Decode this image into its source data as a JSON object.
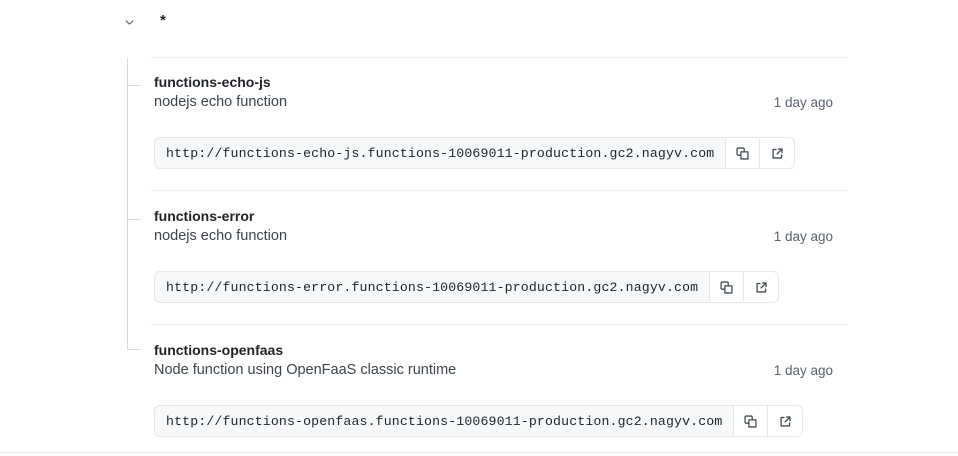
{
  "header": {
    "collapse_icon": "chevron-down-icon",
    "group_label": "*"
  },
  "icons": {
    "copy": "copy-icon",
    "external_link": "external-link-icon"
  },
  "items": [
    {
      "title": "functions-echo-js",
      "description": "nodejs echo function",
      "time": "1 day ago",
      "url": "http://functions-echo-js.functions-10069011-production.gc2.nagyv.com",
      "copy_label": "Copy URL",
      "open_label": "Open URL"
    },
    {
      "title": "functions-error",
      "description": "nodejs echo function",
      "time": "1 day ago",
      "url": "http://functions-error.functions-10069011-production.gc2.nagyv.com",
      "copy_label": "Copy URL",
      "open_label": "Open URL"
    },
    {
      "title": "functions-openfaas",
      "description": "Node function using OpenFaaS classic runtime",
      "time": "1 day ago",
      "url": "http://functions-openfaas.functions-10069011-production.gc2.nagyv.com",
      "copy_label": "Copy URL",
      "open_label": "Open URL"
    }
  ],
  "colors": {
    "text_primary": "#1f2328",
    "text_muted": "#59636e",
    "border": "#e4e7ea",
    "separator": "#eaecef",
    "field_bg": "#f6f8fa",
    "tree_line": "#d8dce1"
  }
}
